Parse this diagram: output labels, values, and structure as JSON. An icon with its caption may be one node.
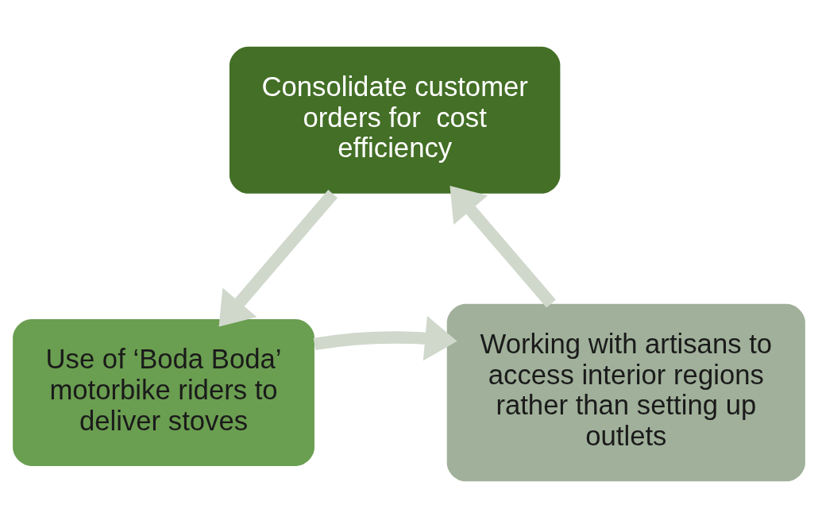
{
  "diagram": {
    "nodes": [
      {
        "text": [
          "Consolidate customer orders for  cost efficiency"
        ]
      },
      {
        "text": [
          "Use of ‘Boda Boda’ motorbike riders to deliver stoves"
        ]
      },
      {
        "text": [
          "Working with artisans to access interior regions rather than setting up outlets"
        ]
      }
    ],
    "edges": [
      {
        "from": 0,
        "to": 1,
        "arrow": "to"
      },
      {
        "from": 1,
        "to": 2,
        "arrow": "to"
      },
      {
        "from": 2,
        "to": 0,
        "arrow": "to"
      }
    ]
  }
}
